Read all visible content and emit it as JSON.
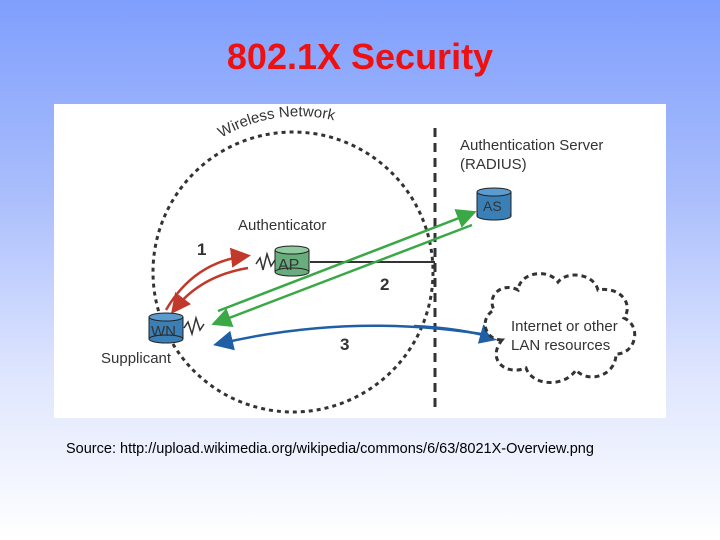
{
  "title": "802.1X Security",
  "diagram": {
    "network_label": "Wireless Network",
    "auth_server_label_line1": "Authentication Server",
    "auth_server_label_line2": "(RADIUS)",
    "as_node": "AS",
    "authenticator_label": "Authenticator",
    "ap_node": "AP",
    "wn_node": "WN",
    "supplicant_label": "Supplicant",
    "internet_label_line1": "Internet or other",
    "internet_label_line2": "LAN resources",
    "step1": "1",
    "step2": "2",
    "step3": "3",
    "colors": {
      "step1_arrow": "#c0392b",
      "step2_arrow": "#3aa845",
      "step3_arrow": "#1f5fa6",
      "node_fill_wn": "#3a7fb6",
      "node_fill_ap": "#69ad7e",
      "node_fill_as": "#3a7fb6"
    }
  },
  "caption": "Source: http://upload.wikimedia.org/wikipedia/commons/6/63/8021X-Overview.png"
}
